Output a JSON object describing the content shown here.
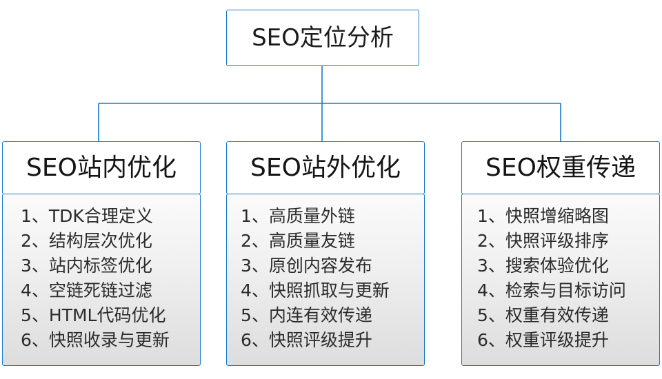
{
  "diagram": {
    "type": "org-tree",
    "root": {
      "label": "SEO定位分析"
    },
    "accent_color": "#1679c8",
    "panel_fill_top": "#fbfbfb",
    "panel_fill_bottom": "#dddddd",
    "branches": [
      {
        "header": "SEO站内优化",
        "items": [
          "1、TDK合理定义",
          "2、结构层次优化",
          "3、站内标签优化",
          "4、空链死链过滤",
          "5、HTML代码优化",
          "6、快照收录与更新"
        ]
      },
      {
        "header": "SEO站外优化",
        "items": [
          "1、高质量外链",
          "2、高质量友链",
          "3、原创内容发布",
          "4、快照抓取与更新",
          "5、内连有效传递",
          "6、快照评级提升"
        ]
      },
      {
        "header": "SEO权重传递",
        "items": [
          "1、快照增缩略图",
          "2、快照评级排序",
          "3、搜索体验优化",
          "4、检索与目标访问",
          "5、权重有效传递",
          "6、权重评级提升"
        ]
      }
    ]
  }
}
